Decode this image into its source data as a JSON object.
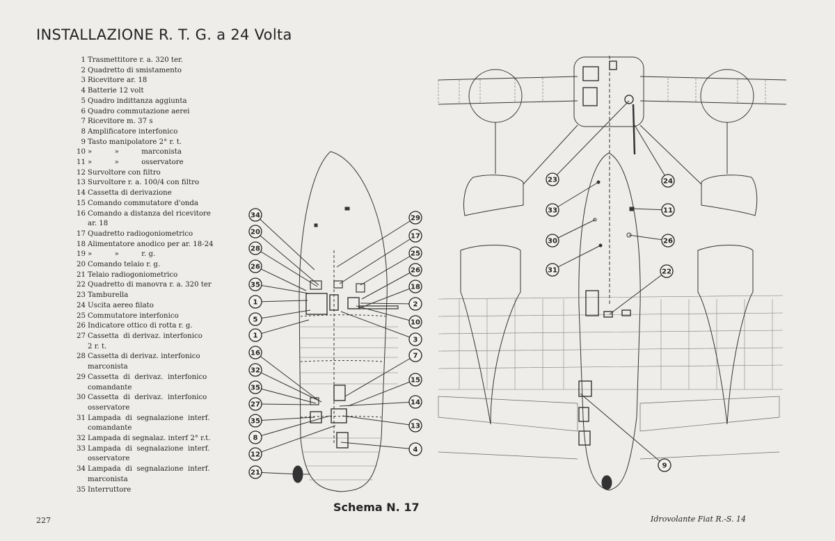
{
  "title": "INSTALLAZIONE R. T. G. a 24 Volta",
  "legend": [
    {
      "num": "1",
      "text": "Trasmettitore r. a. 320 ter."
    },
    {
      "num": "2",
      "text": "Quadretto di smistamento"
    },
    {
      "num": "3",
      "text": "Ricevitore ar. 18"
    },
    {
      "num": "4",
      "text": "Batterie 12 volt"
    },
    {
      "num": "5",
      "text": "Quadro indittanza aggiunta"
    },
    {
      "num": "6",
      "text": "Quadro commutazione aerei"
    },
    {
      "num": "7",
      "text": "Ricevitore m. 37 s"
    },
    {
      "num": "8",
      "text": "Amplificatore interfonico"
    },
    {
      "num": "9",
      "text": "Tasto manipolatore 2° r. t."
    },
    {
      "num": "10",
      "text": "»          »          marconista"
    },
    {
      "num": "11",
      "text": "»          »          osservatore"
    },
    {
      "num": "12",
      "text": "Survoltore con filtro"
    },
    {
      "num": "13",
      "text": "Survoltore r. a. 100/4 con filtro"
    },
    {
      "num": "14",
      "text": "Cassetta di derivazione"
    },
    {
      "num": "15",
      "text": "Comando commutatore d'onda"
    },
    {
      "num": "16",
      "text": "Comando a distanza del ricevitore"
    },
    {
      "num": "",
      "text": "ar. 18"
    },
    {
      "num": "17",
      "text": "Quadretto radiogoniometrico"
    },
    {
      "num": "18",
      "text": "Alimentatore anodico per ar. 18-24"
    },
    {
      "num": "19",
      "text": "»          »          r. g."
    },
    {
      "num": "20",
      "text": "Comando telaio r. g."
    },
    {
      "num": "21",
      "text": "Telaio radiogoniometrico"
    },
    {
      "num": "22",
      "text": "Quadretto di manovra r. a. 320 ter"
    },
    {
      "num": "23",
      "text": "Tamburella"
    },
    {
      "num": "24",
      "text": "Uscita aereo filato"
    },
    {
      "num": "25",
      "text": "Commutatore interfonico"
    },
    {
      "num": "26",
      "text": "Indicatore ottico di rotta r. g."
    },
    {
      "num": "27",
      "text": "Cassetta  di derivaz. interfonico"
    },
    {
      "num": "",
      "text": "2 r. t."
    },
    {
      "num": "28",
      "text": "Cassetta di derivaz. interfonico"
    },
    {
      "num": "",
      "text": "marconista"
    },
    {
      "num": "29",
      "text": "Cassetta  di  derivaz.  interfonico"
    },
    {
      "num": "",
      "text": "comandante"
    },
    {
      "num": "30",
      "text": "Cassetta  di  derivaz.  interfonico"
    },
    {
      "num": "",
      "text": "osservatore"
    },
    {
      "num": "31",
      "text": "Lampada  di  segnalazione  interf."
    },
    {
      "num": "",
      "text": "comandante"
    },
    {
      "num": "32",
      "text": "Lampada di segnalaz. interf 2° r.t."
    },
    {
      "num": "33",
      "text": "Lampada  di  segnalazione  interf."
    },
    {
      "num": "",
      "text": "osservatore"
    },
    {
      "num": "34",
      "text": "Lampada  di  segnalazione  interf."
    },
    {
      "num": "",
      "text": "marconista"
    },
    {
      "num": "35",
      "text": "Interruttore"
    }
  ],
  "callouts": {
    "left": [
      "34",
      "20",
      "28",
      "26",
      "35",
      "1",
      "5",
      "1",
      "16",
      "32",
      "35",
      "27",
      "35",
      "8",
      "12",
      "21"
    ],
    "right": [
      "29",
      "17",
      "25",
      "26",
      "18",
      "2",
      "10",
      "3",
      "7",
      "15",
      "14",
      "13",
      "4"
    ],
    "plan": [
      "23",
      "24",
      "33",
      "11",
      "30",
      "26",
      "31",
      "22",
      "9"
    ]
  },
  "schema_label": "Schema N. 17",
  "page_number": "227",
  "footer_ref": "Idrovolante Fiat R.-S. 14"
}
